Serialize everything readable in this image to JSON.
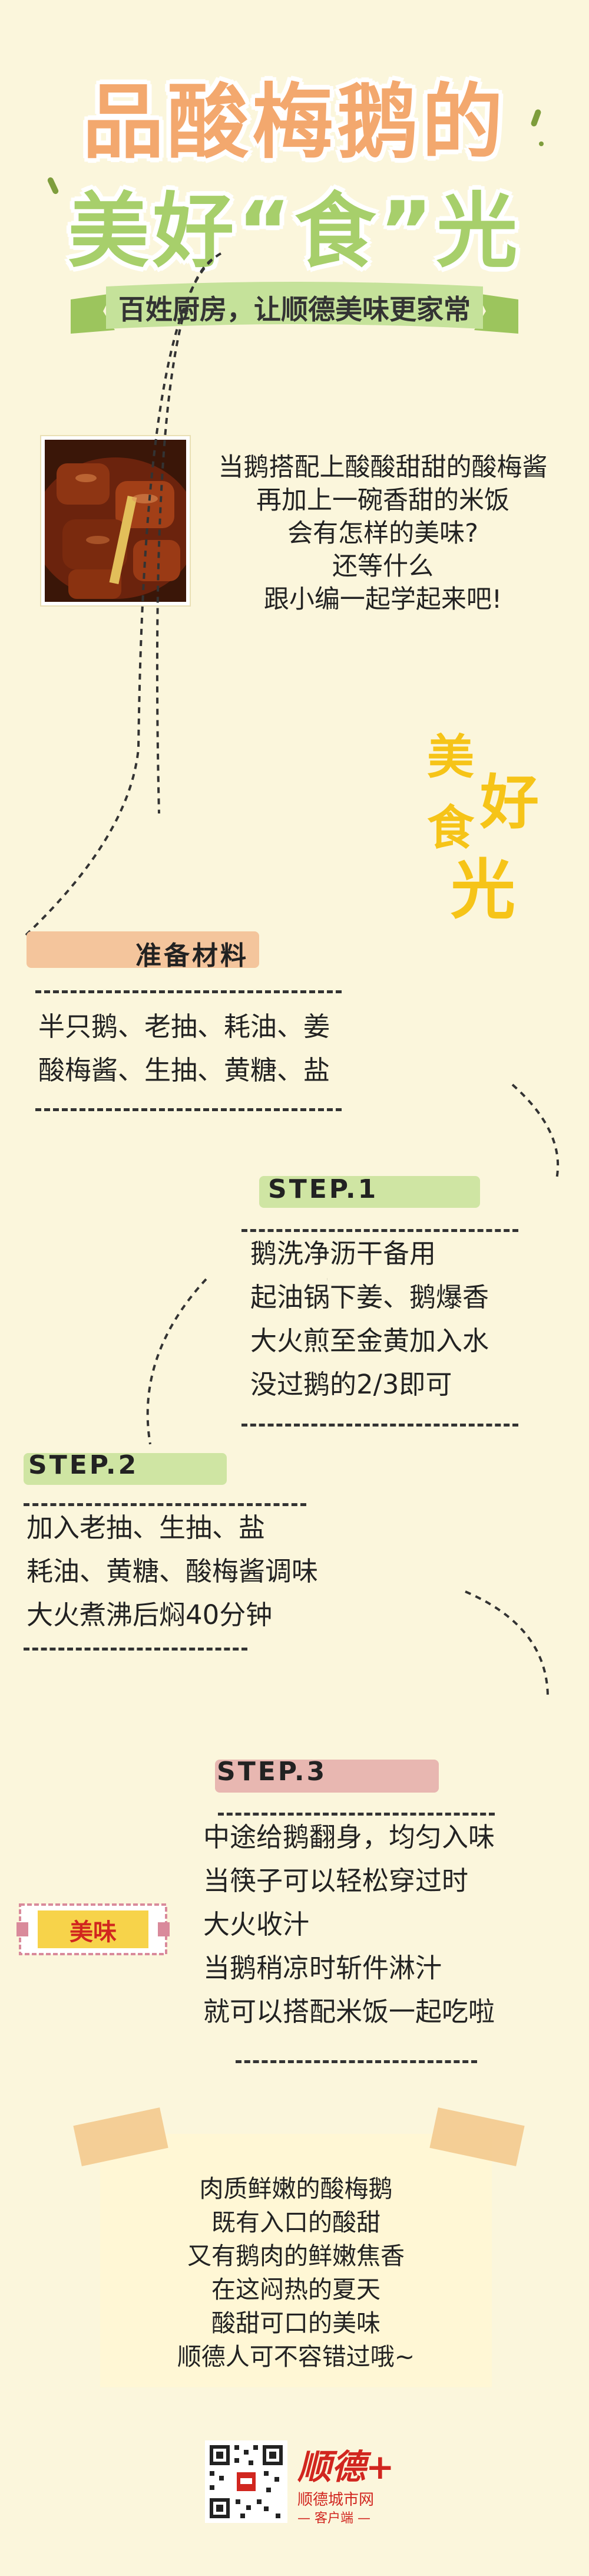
{
  "header": {
    "title_line1": "品酸梅鹅的",
    "title_line2": "美好“食”光",
    "slogan": "百姓厨房，让顺德美味更家常"
  },
  "intro": {
    "lines": [
      "当鹅搭配上酸酸甜甜的酸梅酱",
      "再加上一碗香甜的米饭",
      "会有怎样的美味?",
      "还等什么",
      "跟小编一起学起来吧!"
    ]
  },
  "decor": {
    "chars": [
      "美",
      "好",
      "食",
      "光"
    ]
  },
  "ingredients": {
    "heading": "准备材料",
    "lines": [
      "半只鹅、老抽、耗油、姜",
      "酸梅酱、生抽、黄糖、盐"
    ]
  },
  "step1": {
    "heading": "STEP.1",
    "lines": [
      "鹅洗净沥干备用",
      "起油锅下姜、鹅爆香",
      "大火煎至金黄加入水",
      "没过鹅的2/3即可"
    ]
  },
  "step2": {
    "heading": "STEP.2",
    "lines": [
      "加入老抽、生抽、盐",
      "耗油、黄糖、酸梅酱调味",
      "大火煮沸后焖40分钟"
    ]
  },
  "step3": {
    "heading": "STEP.3",
    "tag": "美味",
    "lines": [
      "中途给鹅翻身，均匀入味",
      "当筷子可以轻松穿过时",
      "大火收汁",
      "当鹅稍凉时斩件淋汁",
      "就可以搭配米饭一起吃啦"
    ]
  },
  "summary": {
    "lines": [
      "肉质鲜嫩的酸梅鹅",
      "既有入口的酸甜",
      "又有鹅肉的鲜嫩焦香",
      "在这闷热的夏天",
      "酸甜可口的美味",
      "顺德人可不容错过哦~"
    ]
  },
  "footer": {
    "brand": "顺德+",
    "subtitle": "顺德城市网",
    "client": "— 客户端 —"
  },
  "colors": {
    "background": "#fbf6dc",
    "title_orange": "#f3a86e",
    "title_green": "#a7cf6b",
    "brand_red": "#d1261f"
  }
}
